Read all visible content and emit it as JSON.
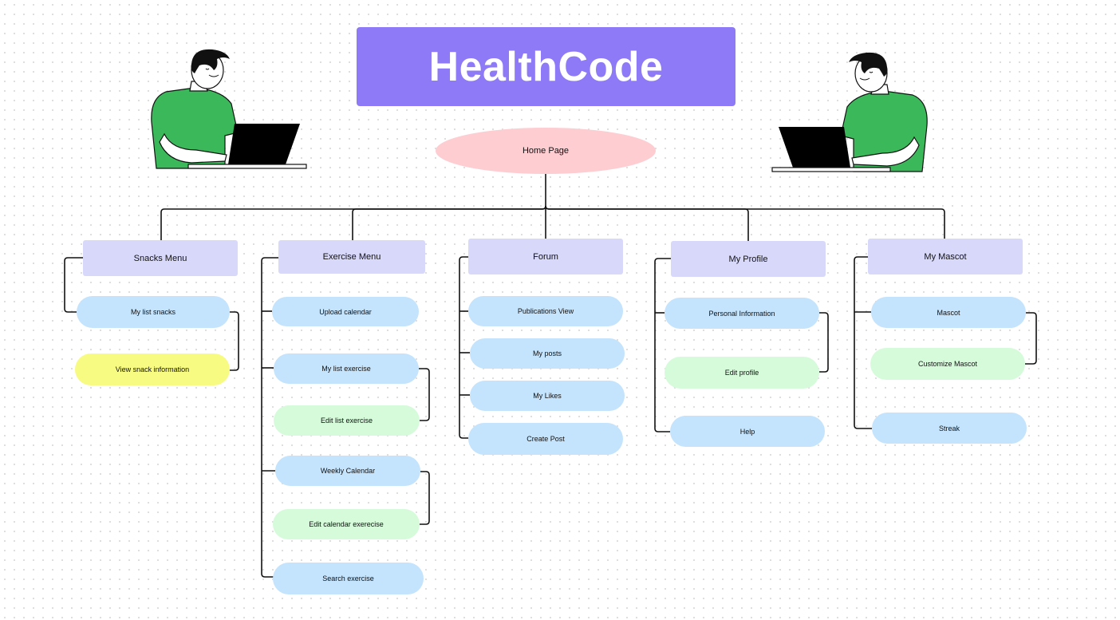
{
  "title": "HealthCode",
  "home": "Home Page",
  "menus": {
    "snacks": {
      "label": "Snacks Menu",
      "items": [
        "My list snacks",
        "View snack information"
      ]
    },
    "exercise": {
      "label": "Exercise Menu",
      "items": [
        "Upload calendar",
        "My list exercise",
        "Edit list exercise",
        "Weekly Calendar",
        "Edit calendar exerecise",
        "Search exercise"
      ]
    },
    "forum": {
      "label": "Forum",
      "items": [
        "Publications View",
        "My posts",
        "My Likes",
        "Create Post"
      ]
    },
    "profile": {
      "label": "My Profile",
      "items": [
        "Personal Information",
        "Edit profile",
        "Help"
      ]
    },
    "mascot": {
      "label": "My Mascot",
      "items": [
        "Mascot",
        "Customize Mascot",
        "Streak"
      ]
    }
  },
  "colors": {
    "title_bg": "#8e79f6",
    "home_bg": "#fdcdd2",
    "menu_bg": "#d8d8fb",
    "pill_blue": "#c4e3fc",
    "pill_green": "#d6fbdb",
    "pill_yellow": "#f8fb82",
    "shirt_green": "#3bb85a"
  },
  "illustrations": [
    "person-with-laptop-left",
    "person-with-laptop-right"
  ]
}
